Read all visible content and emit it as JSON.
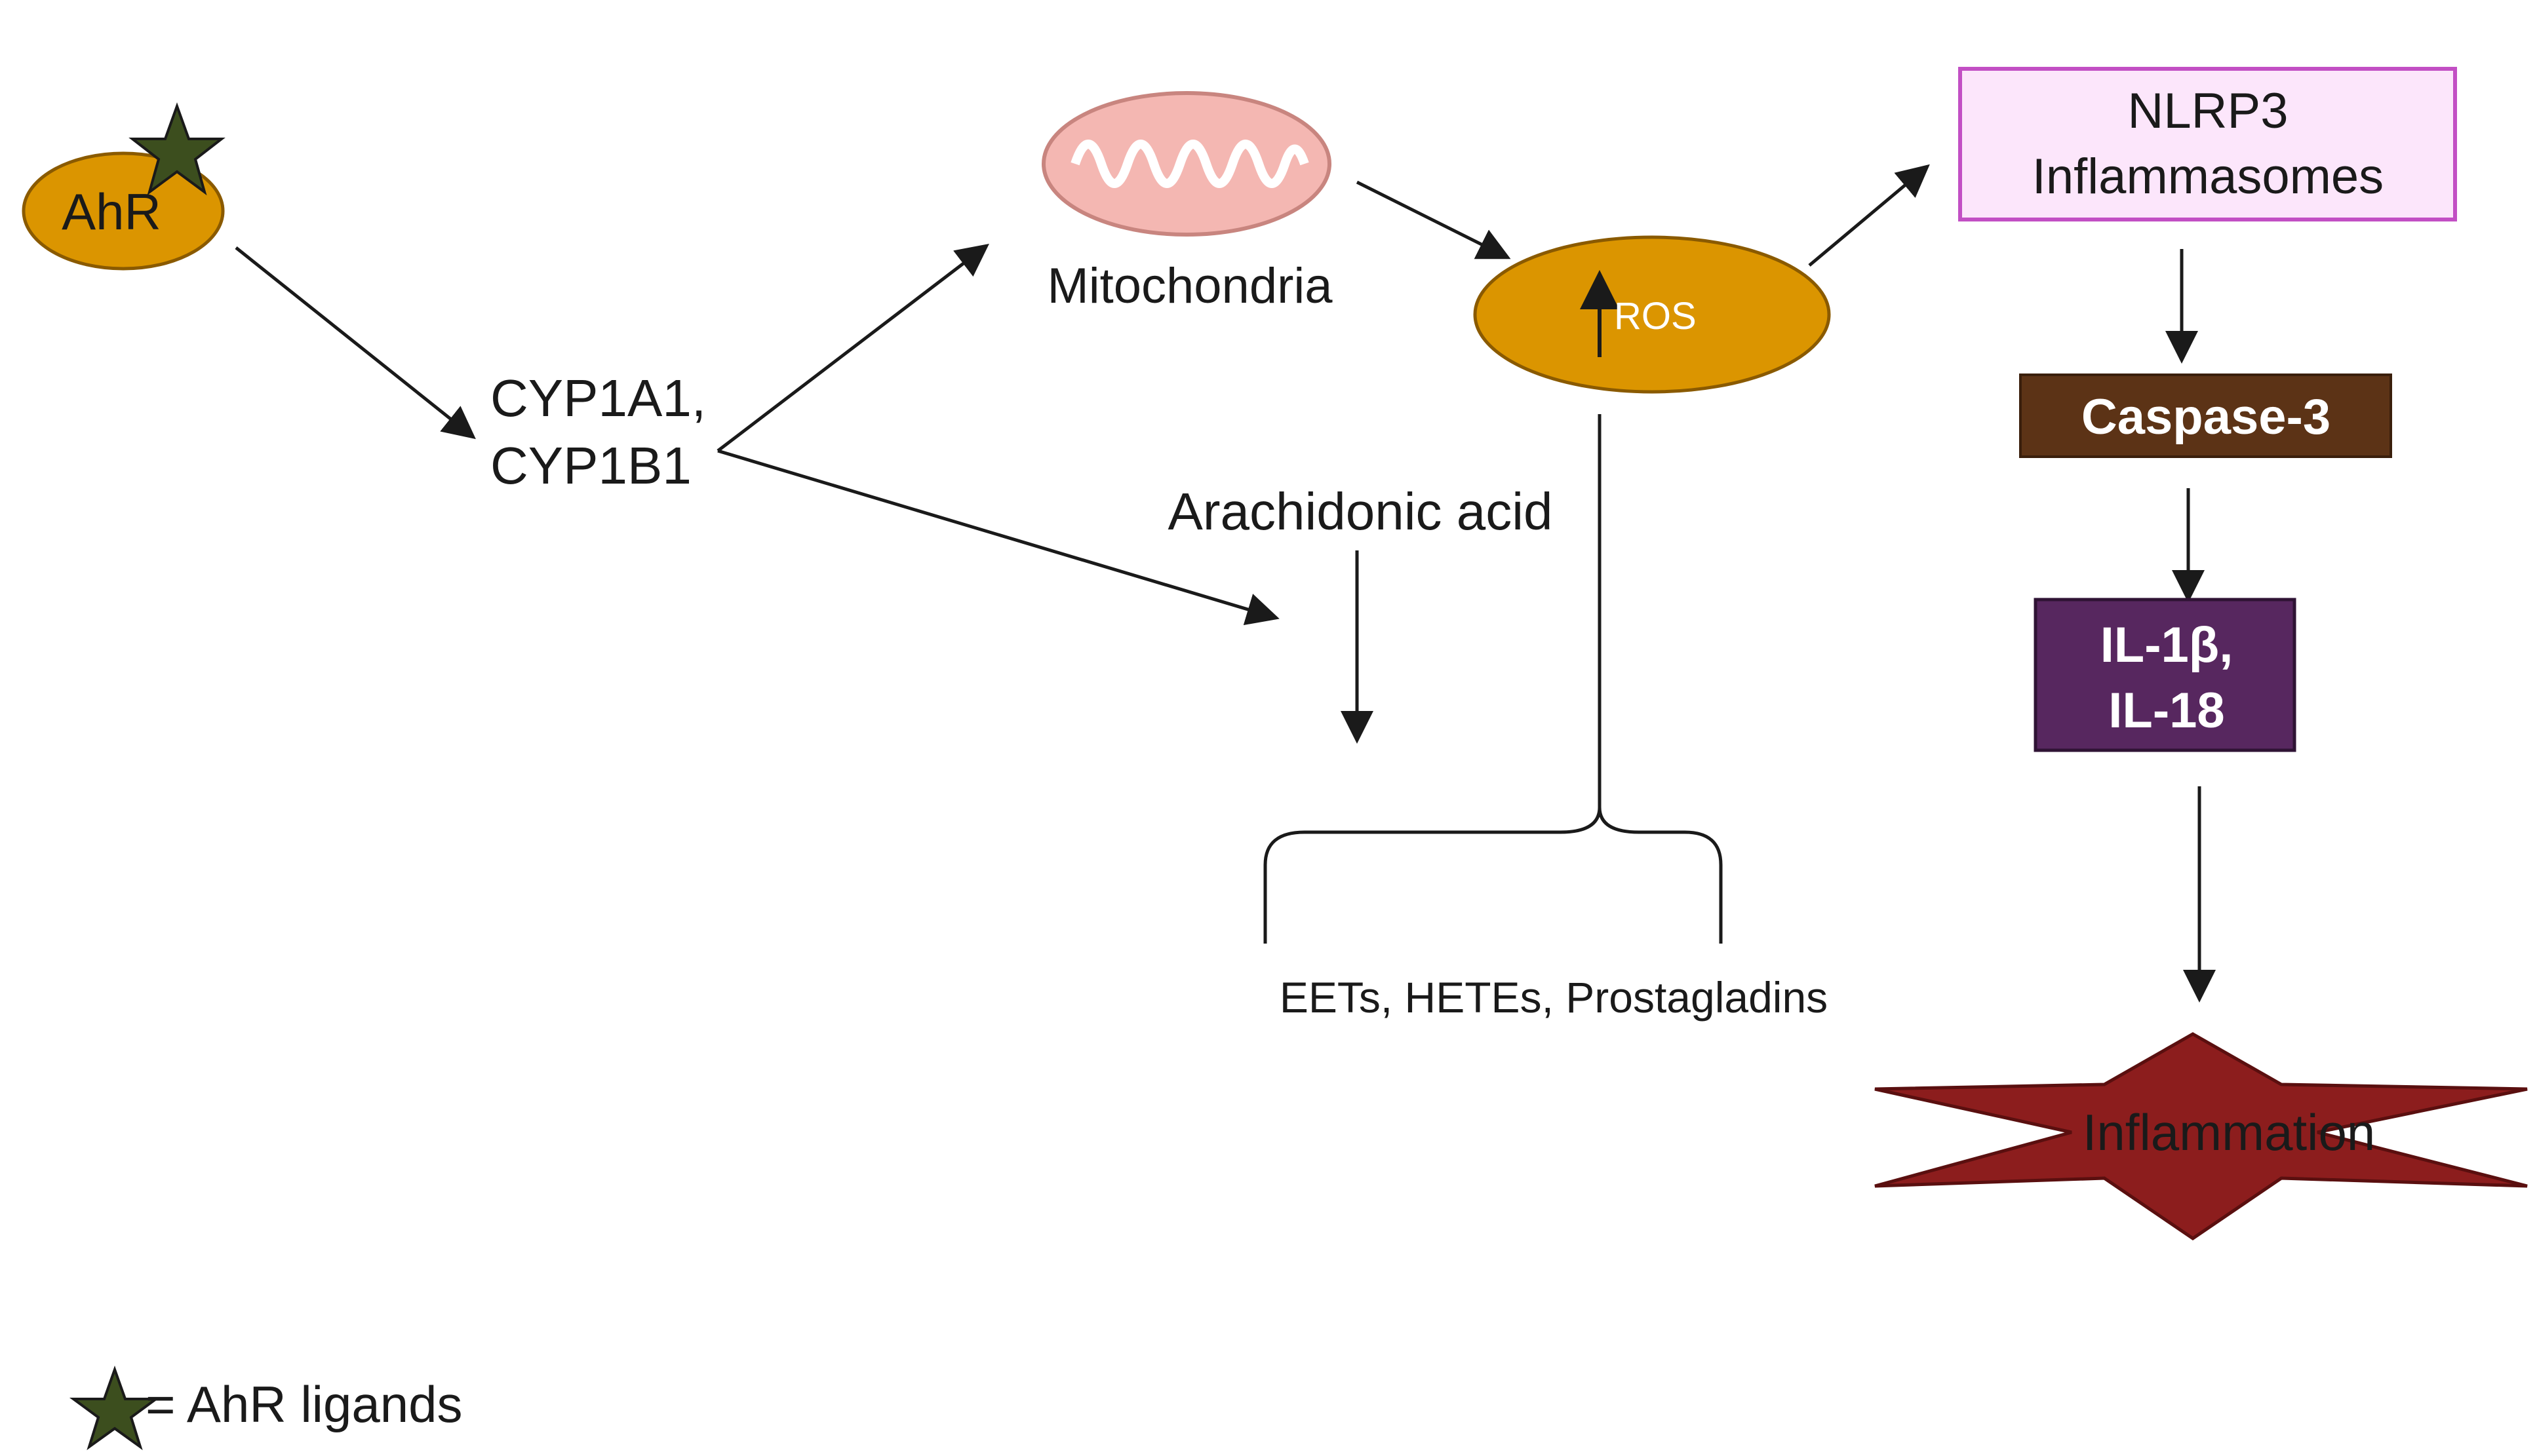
{
  "nodes": {
    "ahr": "AhR",
    "cyp_line1": "CYP1A1,",
    "cyp_line2": "CYP1B1",
    "mitochondria": "Mitochondria",
    "ros": "ROS",
    "nlrp3_line1": "NLRP3",
    "nlrp3_line2": "Inflammasomes",
    "caspase": "Caspase-3",
    "il_line1": "IL-1β,",
    "il_line2": "IL-18",
    "arachidonic": "Arachidonic acid",
    "metabolites": "EETs, HETEs, Prostagladins",
    "inflammation": "Inflammation"
  },
  "legend": {
    "text": "= AhR ligands",
    "icon": "star-icon"
  },
  "colors": {
    "oval_fill": "#DB9500",
    "oval_stroke": "#8A5A00",
    "star_fill": "#3C4E1E",
    "mito_fill": "#F4B7B2",
    "mito_stroke": "#C8857F",
    "nlrp3_fill": "#FCE6FB",
    "nlrp3_stroke": "#C24FC4",
    "caspase_fill": "#5C3316",
    "il_fill": "#57275F",
    "inflammation_fill": "#8C1D1D",
    "arrow": "#1a1a1a"
  }
}
